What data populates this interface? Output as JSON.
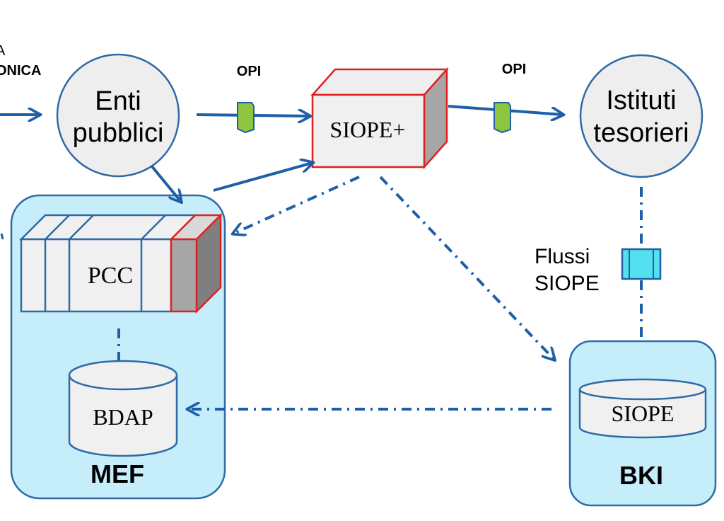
{
  "left_edge_label": {
    "line1": "A",
    "line2": "ONICA"
  },
  "opi_label_left": "OPI",
  "opi_label_right": "OPI",
  "enti": {
    "line1": "Enti",
    "line2": "pubblici"
  },
  "siope_plus": "SIOPE+",
  "istituti": {
    "line1": "Istituti",
    "line2": "tesorieri"
  },
  "flussi": {
    "line1": "Flussi",
    "line2": "SIOPE"
  },
  "pcc": "PCC",
  "bdap": "BDAP",
  "mef": "MEF",
  "siope": "SIOPE",
  "bki": "BKI",
  "colors": {
    "arrow": "#1f5fa8",
    "panel_fill": "#c6eefa",
    "panel_stroke": "#2f6aa6",
    "circle_fill": "#eeeeee",
    "highlight": "#e02020",
    "doc_green": "#8dc63f",
    "flussi_cyan": "#55e0f0"
  }
}
